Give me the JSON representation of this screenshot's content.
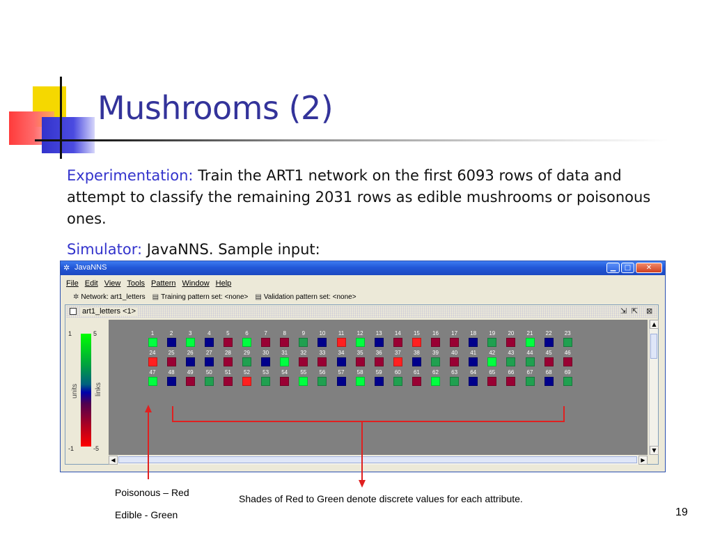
{
  "slide": {
    "title": "Mushrooms (2)",
    "page_number": "19",
    "paragraphs": [
      {
        "keyword": "Experimentation:",
        "text": " Train the ART1 network on the first 6093 rows of data and attempt to classify the remaining 2031 rows as edible mushrooms or poisonous ones."
      },
      {
        "keyword": "Simulator:",
        "text": " JavaNNS. Sample input:"
      }
    ],
    "annotations": {
      "poisonous": "Poisonous – Red",
      "edible": "Edible - Green",
      "shades": "Shades of Red to Green denote discrete values for each attribute."
    },
    "colors": {
      "title": "#33339a",
      "keyword": "#3333cc",
      "arrow": "#e02020"
    }
  },
  "window": {
    "title": "JavaNNS",
    "controls": {
      "minimize": "▁",
      "maximize": "□",
      "close": "✕"
    },
    "menu": [
      "File",
      "Edit",
      "View",
      "Tools",
      "Pattern",
      "Window",
      "Help"
    ],
    "toolbar": {
      "network": "Network: art1_letters",
      "training": "Training pattern set: <none>",
      "validation": "Validation pattern set: <none>"
    },
    "inner_window": {
      "title": "art1_letters <1>"
    },
    "legend": {
      "units_max": "1",
      "units_min": "-1",
      "links_max": "5",
      "links_min": "-5",
      "units_label": "units",
      "links_label": "links"
    }
  },
  "units": {
    "palette": {
      "G": "#00ff40",
      "g": "#20a050",
      "B": "#00008b",
      "R": "#ff2020",
      "M": "#990033"
    },
    "rows": [
      [
        "1",
        "2",
        "3",
        "4",
        "5",
        "6",
        "7",
        "8",
        "9",
        "10",
        "11",
        "12",
        "13",
        "14",
        "15",
        "16",
        "17",
        "18",
        "19",
        "20",
        "21",
        "22",
        "23"
      ],
      [
        "24",
        "25",
        "26",
        "27",
        "28",
        "29",
        "30",
        "31",
        "32",
        "33",
        "34",
        "35",
        "36",
        "37",
        "38",
        "39",
        "40",
        "41",
        "42",
        "43",
        "44",
        "45",
        "46"
      ],
      [
        "47",
        "48",
        "49",
        "50",
        "51",
        "52",
        "53",
        "54",
        "55",
        "56",
        "57",
        "58",
        "59",
        "60",
        "61",
        "62",
        "63",
        "64",
        "65",
        "66",
        "67",
        "68",
        "69"
      ]
    ],
    "color_rows": [
      [
        "G",
        "B",
        "G",
        "B",
        "M",
        "G",
        "M",
        "M",
        "g",
        "B",
        "R",
        "G",
        "B",
        "M",
        "R",
        "M",
        "M",
        "B",
        "g",
        "M",
        "G",
        "B",
        "g"
      ],
      [
        "R",
        "M",
        "B",
        "B",
        "M",
        "g",
        "B",
        "G",
        "M",
        "M",
        "B",
        "M",
        "M",
        "R",
        "B",
        "g",
        "M",
        "B",
        "G",
        "g",
        "g",
        "M",
        "M"
      ],
      [
        "G",
        "B",
        "M",
        "g",
        "M",
        "R",
        "g",
        "M",
        "G",
        "g",
        "B",
        "G",
        "B",
        "g",
        "M",
        "G",
        "g",
        "B",
        "M",
        "M",
        "g",
        "B",
        "g"
      ]
    ]
  }
}
